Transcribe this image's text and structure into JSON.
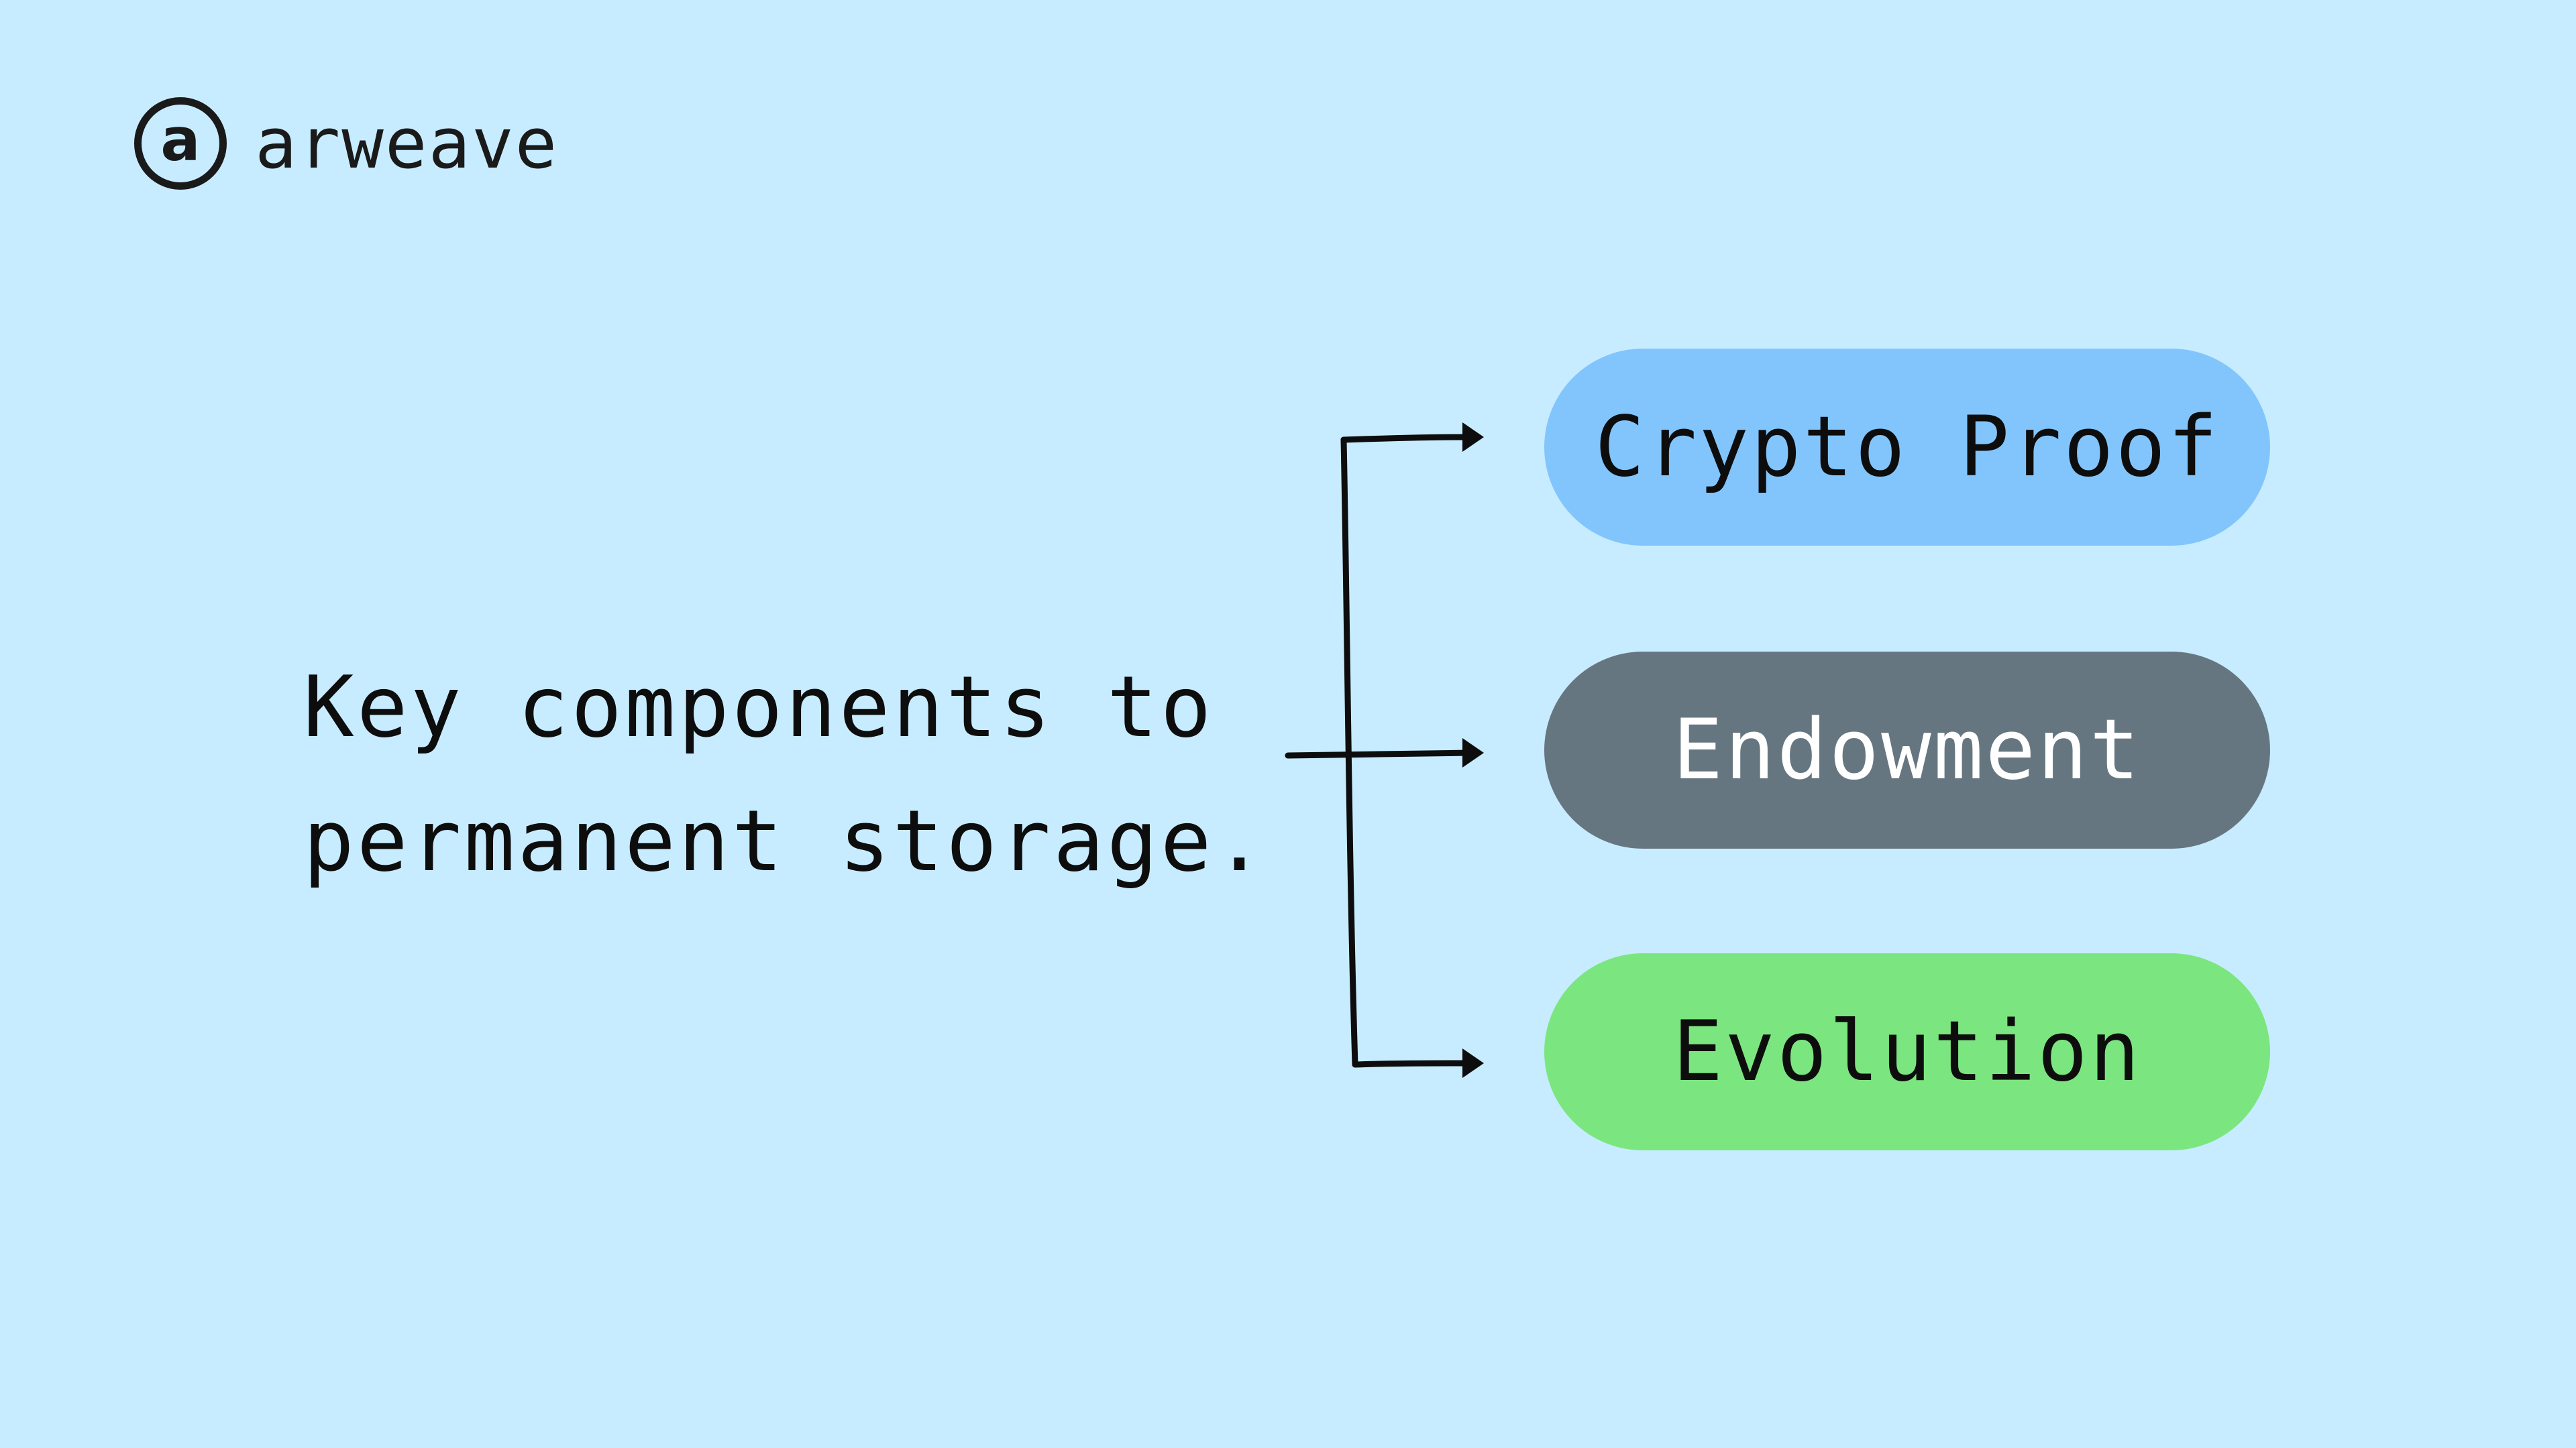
{
  "brand": {
    "logo_icon": "arweave-logo-icon",
    "logo_letter": "a",
    "name": "arweave"
  },
  "heading": {
    "line1": "Key components to",
    "line2": "permanent storage."
  },
  "components": [
    {
      "label": "Crypto Proof",
      "color": "#82c5fc",
      "text_color": "#0d0d0d"
    },
    {
      "label": "Endowment",
      "color": "#667680",
      "text_color": "#ffffff"
    },
    {
      "label": "Evolution",
      "color": "#7be67f",
      "text_color": "#0d0d0d"
    }
  ],
  "colors": {
    "background": "#c8ecff",
    "ink": "#111111"
  }
}
